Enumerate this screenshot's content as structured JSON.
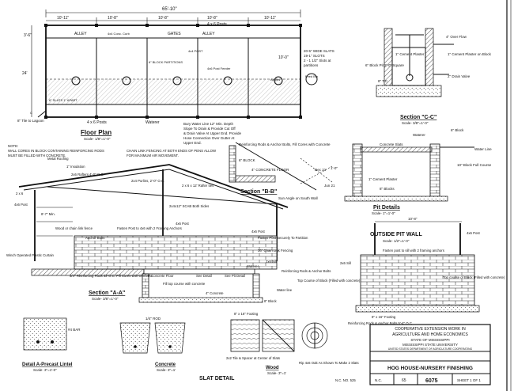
{
  "floor_plan": {
    "title": "Floor Plan",
    "scale": "Scale- 1/8\"=1'-0\"",
    "overall_dim": "65'-10\"",
    "top_dims": [
      "10'-11\"",
      "10'-8\"",
      "10'-8\"",
      "10'-8\"",
      "10'-11\""
    ],
    "side_dims": [
      "3'-6\"",
      "24'",
      "10'-0\""
    ],
    "labels": {
      "alley1": "ALLEY",
      "alley2": "ALLEY",
      "gates": "GATES",
      "posts_top": "4 x 6 Posts",
      "curb": "4x4 Conc. Curb",
      "partitions": "6\" BLOCK PARTITIONS",
      "post_4x4": "4x4 POST",
      "feeder": "4x6 Post Feeder",
      "angles": "Angles",
      "slats": "6\" SLATS 1\" APART",
      "tile": "8\" Tile to Lagoon",
      "posts_bottom": "4 x 6 Posts",
      "waterer": "Waterer",
      "feed_bin": "Feed Bin",
      "c_mark": "C"
    },
    "slat_note": [
      "20-5\" WIDE SLATS",
      "19-1\" SLOTS",
      "2 - 1 1/2\" Slots at",
      "partitions"
    ],
    "water_note": [
      "Bury Water Line 12\" Min. Depth",
      "Slope To Drain & Provide Cut Off",
      "& Drain Valve At Upper End. Provide",
      "Hose Connection Over Gutter At",
      "Upper End."
    ]
  },
  "note": {
    "text1": [
      "NOTE:",
      "WALL CORES IN BLOCK CONTAINING REINFORCING RODS",
      "MUST BE FILLED WITH CONCRETE."
    ],
    "text2": [
      "CHAIN LINK FENCING AT BOTH ENDS OF PENS ALLOW",
      "FOR MAXIMUM AIR MOVEMENT."
    ]
  },
  "section_cc": {
    "title": "Section \"C-C\"",
    "scale": "Scale- 3/8\"=1'-0\"",
    "labels": {
      "overflow": "4\" Over Flow",
      "cement1": "1\" Cement Plaster",
      "cement2": "1\" Cement Plaster on Block",
      "pit": "6\" Block Pit 2'-0\" Square",
      "tee": "8\" T.C.",
      "drain": "2\" Drain Valve"
    }
  },
  "section_bb": {
    "title": "Section \"B-B\"",
    "labels": {
      "rods": "Reinforcing Rods & Anchor Bolts, Fill Cores with Concrete",
      "block": "6\" BLOCK",
      "floor": "4\" CONCRETE FLOOR",
      "sun": "Sun Angle on South Wall",
      "dec": "Dec 21",
      "jun": "Jun 21"
    }
  },
  "section_aa": {
    "title": "Section \"A-A\"",
    "scale": "Scale- 3/8\"=1'-0\"",
    "labels": {
      "roofing": "Metal Roofing",
      "insulation": "1\" Insulation",
      "purlins": "2x4 Purlins, 2'-0\" O.C.",
      "rafter": "2 x 6 x 12' Rafter ties",
      "rafters": "2x6 Rafters 4'-0\" O.C.",
      "scab": "2x4x12\" SCAB Both Sides",
      "post1": "4x6 Post",
      "post2": "4x6 Post",
      "wood_fence": "Wood or chain link fence",
      "fasten": "Fasten Post to 4x6 with 2 Framing Anchors",
      "anchor": "Anchor Bolts",
      "fasten2": "Fasten Post Securely To Partition",
      "chain": "36\" Chain Link Fencing",
      "min": "8'-7\" Min.",
      "winch": "Winch Operated Plastic Curtain",
      "rods": "3/4\" Reinforcing Rods 32\"O.C. Fill Cures with Concrete",
      "conc_floor": "4\" Concrete Floor",
      "fill": "Fill top course with concrete",
      "sill": "2x6 Sill",
      "slat_detail": "See Detail",
      "pit_detail": "See Pit Detail",
      "waterer": "Waterer",
      "rods2": "Reinforcing Rods & Anchor Bolts",
      "course": "Top Course of Block (Filled with concrete)",
      "water_line": "Water line",
      "footing": "8\" x 16\" Footing",
      "block8": "8\" Block",
      "conc_slats": "4\" Concrete",
      "x26": "2 x 6",
      "x46": "4x6 Post"
    }
  },
  "pit_details": {
    "title": "Pit Details",
    "scale": "Scale- 1\"=1'-0\"",
    "labels": {
      "waterer": "Waterer",
      "water_line": "Water Line",
      "conc_slats": "Concrete Slats",
      "block10": "10\" Block Full Course",
      "block6": "6\" Block",
      "plaster": "1\" Cement Plaster",
      "block8": "8\" Blocks",
      "dim": "1'-0\""
    }
  },
  "outside_pit": {
    "title": "OUTSIDE PIT WALL",
    "scale": "Scale- 1/2\"=1'-0\"",
    "labels": {
      "dim": "10'-8\"",
      "post": "4x6 Post",
      "fasten": "Fasten post to sill with 2 framing anchors",
      "sill": "2x6 Sill",
      "course": "Top course of Block (Filled with concrete)",
      "footing": "8\" x 16\" Footing",
      "rods": "Reinforcing Rods & Anchor Bolts 5'-4\" O.C."
    }
  },
  "lintel": {
    "title": "Detail A-Precast Lintel",
    "scale": "Scale- 3\"=1'-0\"",
    "rod": "#4 BAR"
  },
  "slat_detail": {
    "title": "SLAT DETAIL",
    "concrete_title": "Concrete",
    "concrete_scale": "Scale- 3\"=1'",
    "wood_title": "Wood",
    "wood_scale": "Scale- 3\"=1'",
    "rod": "1/4\" ROD",
    "spacer": "2x2 Tile & Spacer at Center of Slats",
    "rip": "Rip 4x6 Oak As Shown To Make 2 Slats",
    "nc_no": "N.C. NO. 525"
  },
  "title_block": {
    "line1": "COOPERATIVE EXTENSION WORK IN",
    "line2": "AGRICULTURE AND HOME ECONOMICS",
    "line3": "STATE OF MISSISSIPPI",
    "line4": "MISSISSIPPI STATE UNIVERSITY",
    "line5": "UNITED STATES DEPARTMENT OF AGRICULTURE COOPERATING",
    "drawing_title": "HOG HOUSE-NURSERY FINISHING",
    "nc_label": "N.C.",
    "nc_value": "65",
    "plan_no": "6075",
    "sheet": "SHEET 1 OF 1"
  }
}
